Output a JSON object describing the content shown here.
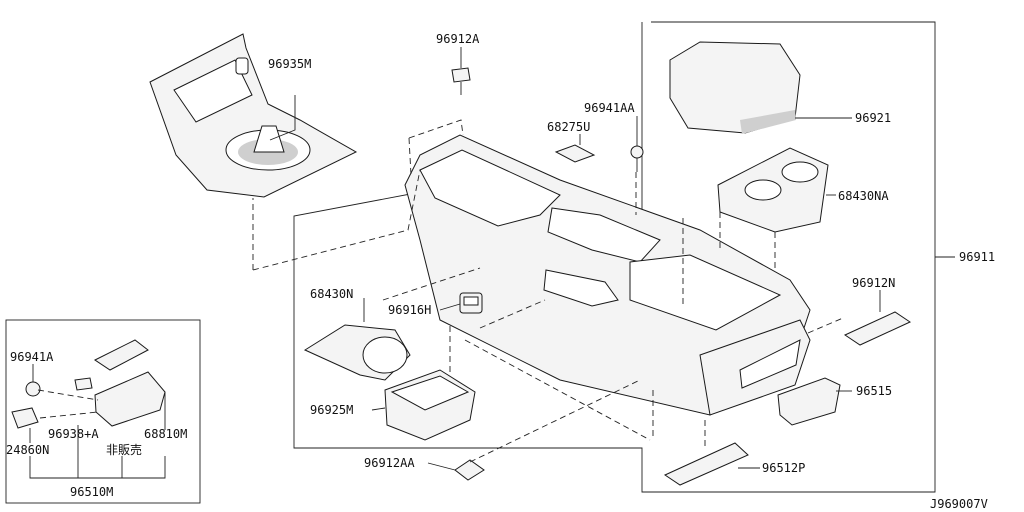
{
  "diagram_id": "J969007V",
  "labels": {
    "p96935M": "96935M",
    "p96912A": "96912A",
    "p96941AA": "96941AA",
    "p68275U": "68275U",
    "p96921": "96921",
    "p68430NA": "68430NA",
    "p96911": "96911",
    "p96912N": "96912N",
    "p68430N": "68430N",
    "p96916H": "96916H",
    "p96515": "96515",
    "p96925M": "96925M",
    "p96912AA": "96912AA",
    "p96512P": "96512P",
    "p96941A": "96941A",
    "p96938A": "96938+A",
    "p68810M": "68810M",
    "p24860N": "24860N",
    "not_for_sale": "非販売",
    "p96510M": "96510M"
  }
}
